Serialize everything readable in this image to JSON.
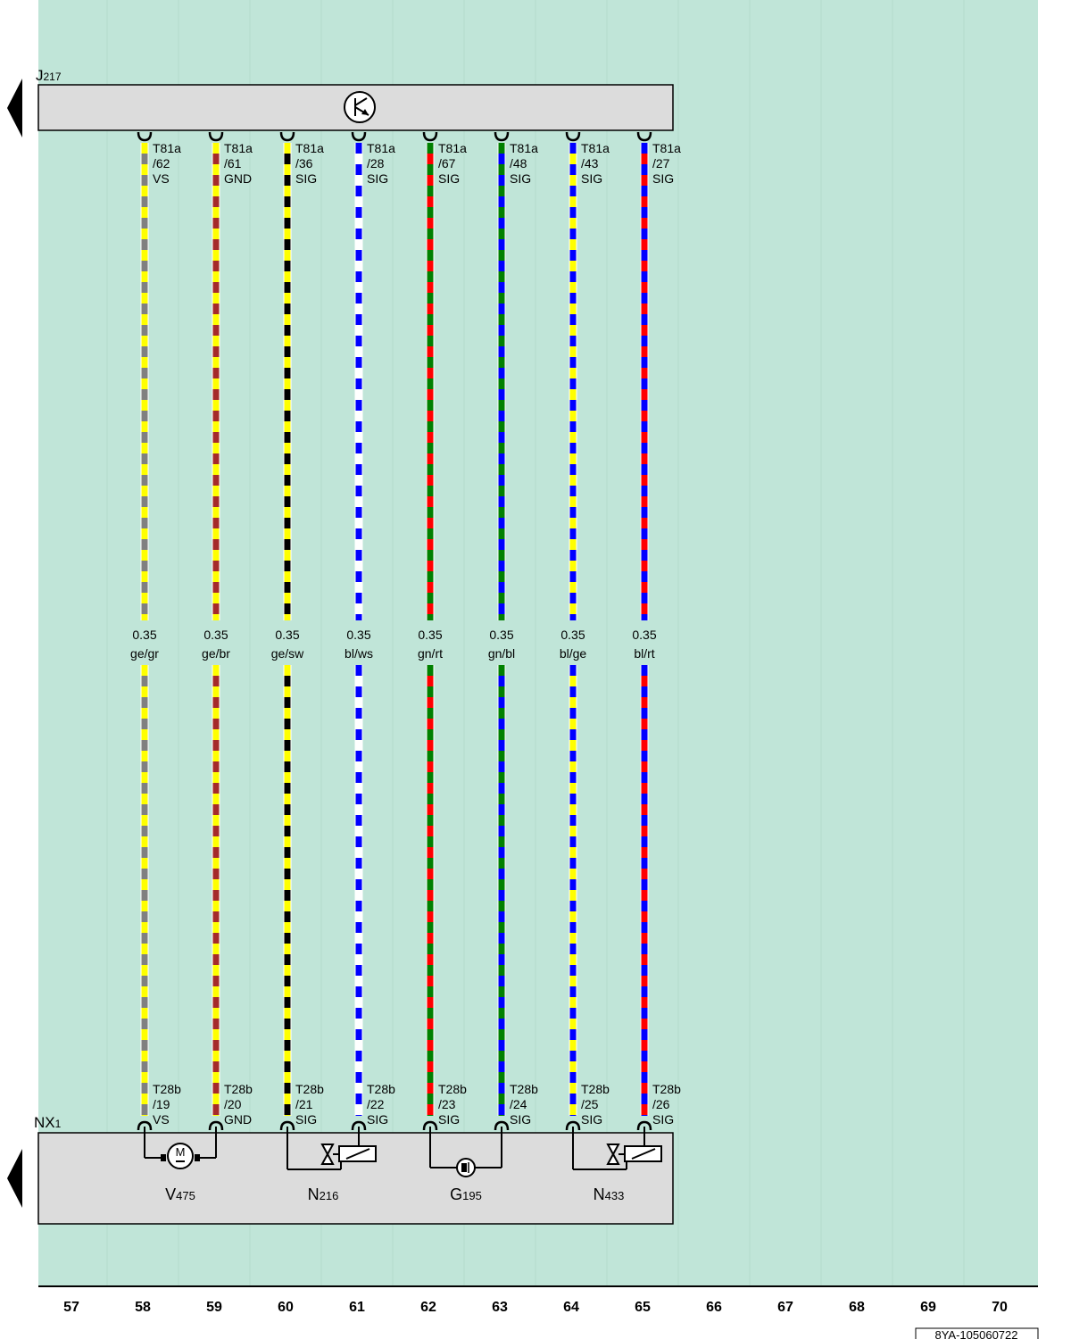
{
  "colors": {
    "background": "#c0e5d8",
    "module_fill": "#dcdcdc",
    "ge": "#ffff00",
    "gr": "#808080",
    "br": "#a52a2a",
    "sw": "#000000",
    "bl": "#0000ff",
    "ws": "#ffffff",
    "gn": "#008000",
    "rt": "#ff0000"
  },
  "top_module": {
    "label_main": "J",
    "label_sub": "217",
    "icon": "transistor-icon"
  },
  "bottom_module": {
    "label_main": "NX",
    "label_sub": "1"
  },
  "wires": [
    {
      "top_pin": [
        "T81a",
        "/62",
        "VS"
      ],
      "bottom_pin": [
        "T28b",
        "/19",
        "VS"
      ],
      "size": "0.35",
      "code": "ge/gr",
      "colors": [
        "ge",
        "gr"
      ]
    },
    {
      "top_pin": [
        "T81a",
        "/61",
        "GND"
      ],
      "bottom_pin": [
        "T28b",
        "/20",
        "GND"
      ],
      "size": "0.35",
      "code": "ge/br",
      "colors": [
        "ge",
        "br"
      ]
    },
    {
      "top_pin": [
        "T81a",
        "/36",
        "SIG"
      ],
      "bottom_pin": [
        "T28b",
        "/21",
        "SIG"
      ],
      "size": "0.35",
      "code": "ge/sw",
      "colors": [
        "ge",
        "sw"
      ]
    },
    {
      "top_pin": [
        "T81a",
        "/28",
        "SIG"
      ],
      "bottom_pin": [
        "T28b",
        "/22",
        "SIG"
      ],
      "size": "0.35",
      "code": "bl/ws",
      "colors": [
        "bl",
        "ws"
      ]
    },
    {
      "top_pin": [
        "T81a",
        "/67",
        "SIG"
      ],
      "bottom_pin": [
        "T28b",
        "/23",
        "SIG"
      ],
      "size": "0.35",
      "code": "gn/rt",
      "colors": [
        "gn",
        "rt"
      ]
    },
    {
      "top_pin": [
        "T81a",
        "/48",
        "SIG"
      ],
      "bottom_pin": [
        "T28b",
        "/24",
        "SIG"
      ],
      "size": "0.35",
      "code": "gn/bl",
      "colors": [
        "gn",
        "bl"
      ]
    },
    {
      "top_pin": [
        "T81a",
        "/43",
        "SIG"
      ],
      "bottom_pin": [
        "T28b",
        "/25",
        "SIG"
      ],
      "size": "0.35",
      "code": "bl/ge",
      "colors": [
        "bl",
        "ge"
      ]
    },
    {
      "top_pin": [
        "T81a",
        "/27",
        "SIG"
      ],
      "bottom_pin": [
        "T28b",
        "/26",
        "SIG"
      ],
      "size": "0.35",
      "code": "bl/rt",
      "colors": [
        "bl",
        "rt"
      ]
    }
  ],
  "components": [
    {
      "main": "V",
      "sub": "475",
      "kind": "motor",
      "icon": "motor-icon",
      "symbol_text": "M"
    },
    {
      "main": "N",
      "sub": "216",
      "kind": "valve",
      "icon": "solenoid-valve-icon"
    },
    {
      "main": "G",
      "sub": "195",
      "kind": "sensor",
      "icon": "sensor-icon"
    },
    {
      "main": "N",
      "sub": "433",
      "kind": "valve",
      "icon": "solenoid-valve-icon"
    }
  ],
  "grid_numbers": [
    "57",
    "58",
    "59",
    "60",
    "61",
    "62",
    "63",
    "64",
    "65",
    "66",
    "67",
    "68",
    "69",
    "70"
  ],
  "doc_id": "8YA-105060722"
}
